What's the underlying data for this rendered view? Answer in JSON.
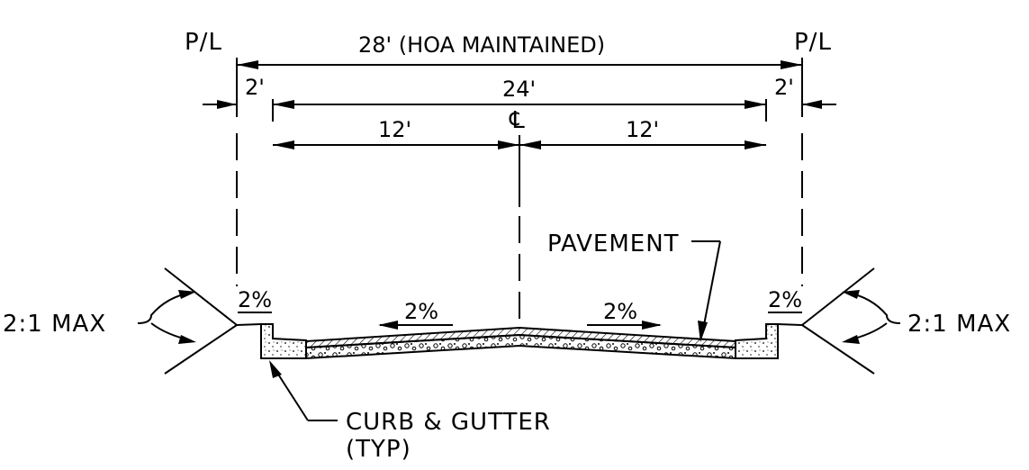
{
  "drawing": {
    "property_line_label": "P/L",
    "centerline_label": "℄",
    "dims": {
      "overall": "28' (HOA MAINTAINED)",
      "pavement_width": "24'",
      "half_width": "12'",
      "offset": "2'"
    },
    "slopes": {
      "cross_slope": "2%",
      "side_slope": "2:1 MAX"
    },
    "labels": {
      "pavement": "PAVEMENT",
      "curb_gutter_line1": "CURB & GUTTER",
      "curb_gutter_line2": "(TYP)"
    }
  }
}
